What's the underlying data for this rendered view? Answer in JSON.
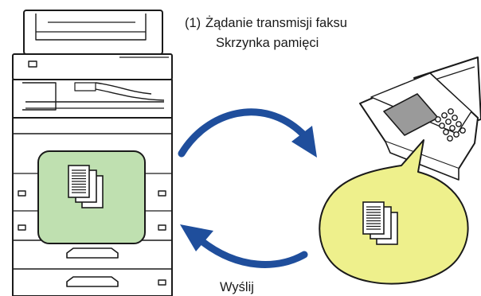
{
  "labels": {
    "step_number": "(1)",
    "request_line1": "Żądanie transmisji faksu",
    "request_line2": "Skrzynka pamięci",
    "send": "Wyślij"
  },
  "colors": {
    "arrow": "#1f4e9c",
    "memory_box_fill": "#bfe0b0",
    "fax_bubble_fill": "#eef08c",
    "outline": "#1a1a1a"
  },
  "icons": {
    "mfp": "multifunction-printer-icon",
    "fax": "fax-machine-icon",
    "documents": "document-stack-icon"
  }
}
